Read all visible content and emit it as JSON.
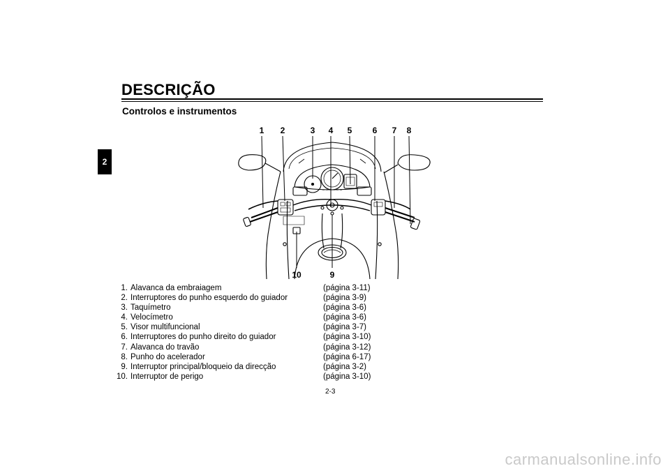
{
  "header": {
    "title": "DESCRIÇÃO",
    "chapter_tab": "2"
  },
  "section": {
    "title": "Controlos e instrumentos"
  },
  "figure": {
    "callouts_top": [
      "1",
      "2",
      "3",
      "4",
      "5",
      "6",
      "7",
      "8"
    ],
    "callouts_bottom": [
      "10",
      "9"
    ]
  },
  "legend": [
    {
      "num": "1.",
      "label": "Alavanca da embraiagem",
      "ref": "(página 3-11)"
    },
    {
      "num": "2.",
      "label": "Interruptores do punho esquerdo do guiador",
      "ref": "(página 3-9)"
    },
    {
      "num": "3.",
      "label": "Taquímetro",
      "ref": "(página 3-6)"
    },
    {
      "num": "4.",
      "label": "Velocímetro",
      "ref": "(página 3-6)"
    },
    {
      "num": "5.",
      "label": "Visor multifuncional",
      "ref": "(página 3-7)"
    },
    {
      "num": "6.",
      "label": "Interruptores do punho direito do guiador",
      "ref": "(página 3-10)"
    },
    {
      "num": "7.",
      "label": "Alavanca do travão",
      "ref": "(página 3-12)"
    },
    {
      "num": "8.",
      "label": "Punho do acelerador",
      "ref": "(página 6-17)"
    },
    {
      "num": "9.",
      "label": "Interruptor principal/bloqueio da direcção",
      "ref": "(página 3-2)"
    },
    {
      "num": "10.",
      "label": "Interruptor de perigo",
      "ref": "(página 3-10)"
    }
  ],
  "footer": {
    "page_number": "2-3",
    "watermark": "carmanualsonline.info"
  }
}
